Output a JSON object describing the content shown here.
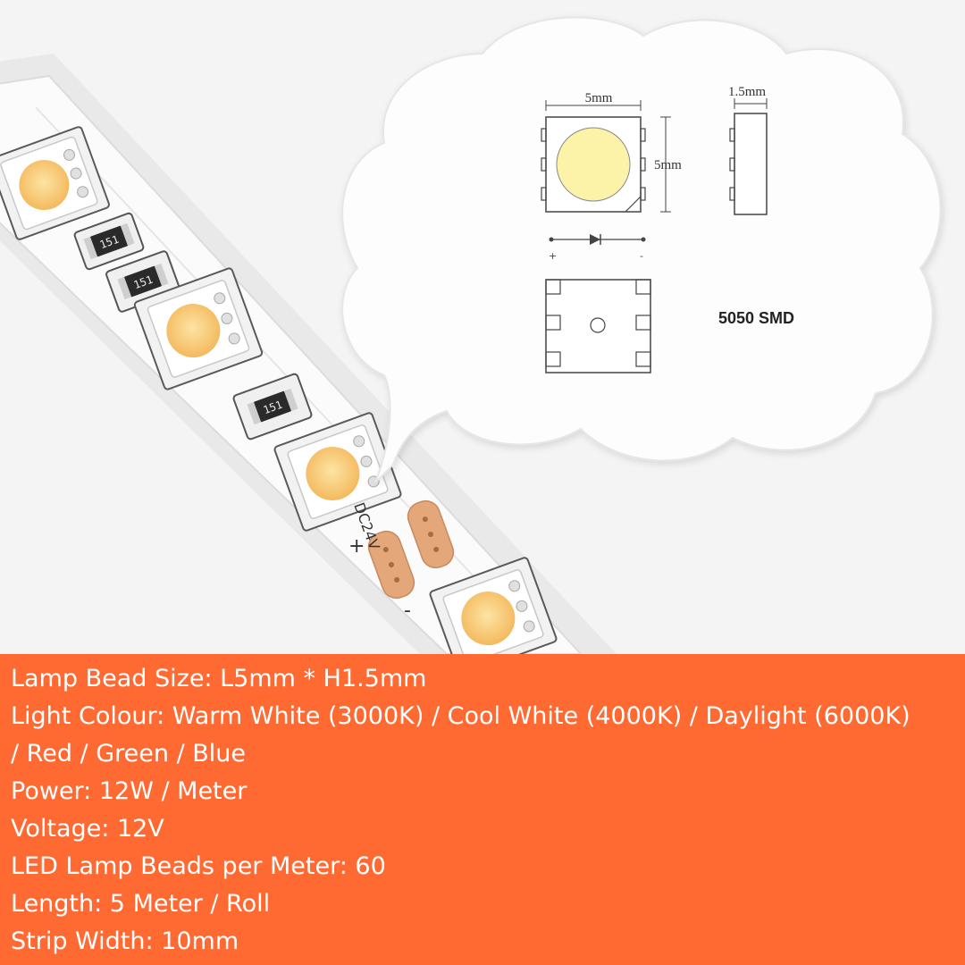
{
  "diagram": {
    "width_label": "5mm",
    "height_label": "5mm",
    "thickness_label": "1.5mm",
    "polarity_plus": "+",
    "polarity_minus": "-",
    "model_label": "5050 SMD"
  },
  "strip": {
    "resistor_code": "151",
    "voltage_marking": "DC24V",
    "polarity_plus": "+",
    "polarity_minus": "-"
  },
  "specs": [
    "Lamp Bead Size: L5mm * H1.5mm",
    "Light Colour: Warm White (3000K) / Cool White (4000K) / Daylight (6000K)",
    "/ Red / Green / Blue",
    "Power: 12W / Meter",
    "Voltage: 12V",
    "LED Lamp Beads per Meter: 60",
    "Length: 5 Meter / Roll",
    "Strip Width: 10mm"
  ],
  "colors": {
    "panel": "#ff6a33",
    "led_warm": "#f7c56e",
    "led_cool": "#fdf3a8",
    "copper_pad": "#e4a77a"
  }
}
